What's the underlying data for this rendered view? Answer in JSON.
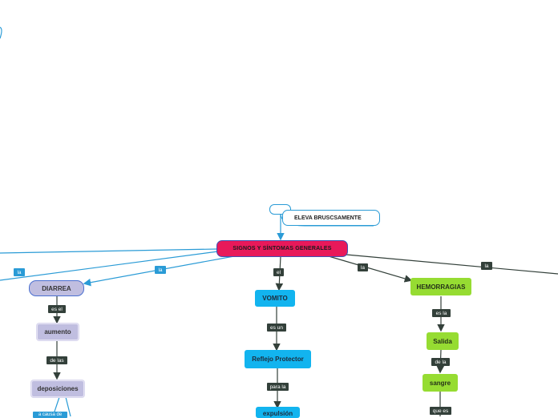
{
  "central": {
    "label": "SIGNOS Y SÍNTOMAS GENERALES"
  },
  "top_node": {
    "label": "ELEVA BRUSCSAMENTE"
  },
  "branches": {
    "diarrea": {
      "link": "la",
      "title": "DIARREA",
      "steps": [
        {
          "link": "es el",
          "label": "aumento"
        },
        {
          "link": "de las",
          "label": "deposiciones"
        }
      ],
      "trailing_link": "a causa de"
    },
    "vomito": {
      "link": "el",
      "title": "VOMITO",
      "steps": [
        {
          "link": "es un",
          "label": "Reflejo Protector"
        },
        {
          "link": "para la",
          "label": "expulsión"
        }
      ]
    },
    "hemorragias": {
      "link": "la",
      "title": "HEMORRAGIAS",
      "steps": [
        {
          "link": "es la",
          "label": "Salida"
        },
        {
          "link": "de la",
          "label": "sangre"
        }
      ],
      "trailing_link": "que es"
    },
    "left_link": "la",
    "right_link": "la"
  },
  "colors": {
    "central": "#e8195a",
    "purple": "#c0bee0",
    "blue": "#12b4ef",
    "green": "#96dc32",
    "connector": "#2a9bd6",
    "dark_connector": "#33403a"
  }
}
